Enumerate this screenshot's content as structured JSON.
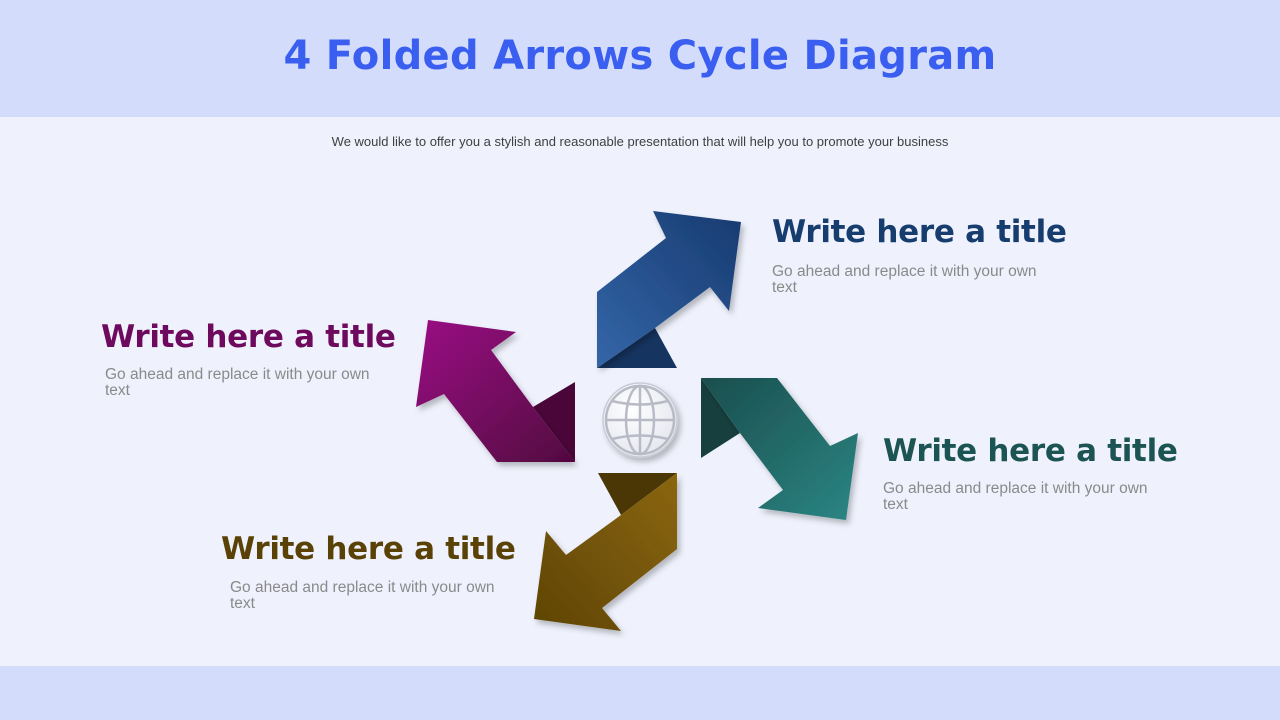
{
  "header": {
    "title": "4 Folded Arrows Cycle Diagram",
    "subtitle": "We would like to offer you a stylish and reasonable presentation that will help you to promote your business"
  },
  "center": {
    "icon": "globe-icon"
  },
  "blocks": [
    {
      "title": "Write here a title",
      "text": "Go ahead and replace it with your own text",
      "color": "#173c6e"
    },
    {
      "title": "Write here a title",
      "text": "Go ahead and replace it with your own text",
      "color": "#1b5452"
    },
    {
      "title": "Write here a title",
      "text": "Go ahead and replace it with your own text",
      "color": "#5a4206"
    },
    {
      "title": "Write here a title",
      "text": "Go ahead and replace it with your own text",
      "color": "#6d0a5e"
    }
  ],
  "arrows": [
    {
      "name": "blue",
      "color": "#2a4f8f"
    },
    {
      "name": "teal",
      "color": "#236a68"
    },
    {
      "name": "gold",
      "color": "#7b5a0a"
    },
    {
      "name": "purple",
      "color": "#80116e"
    }
  ]
}
